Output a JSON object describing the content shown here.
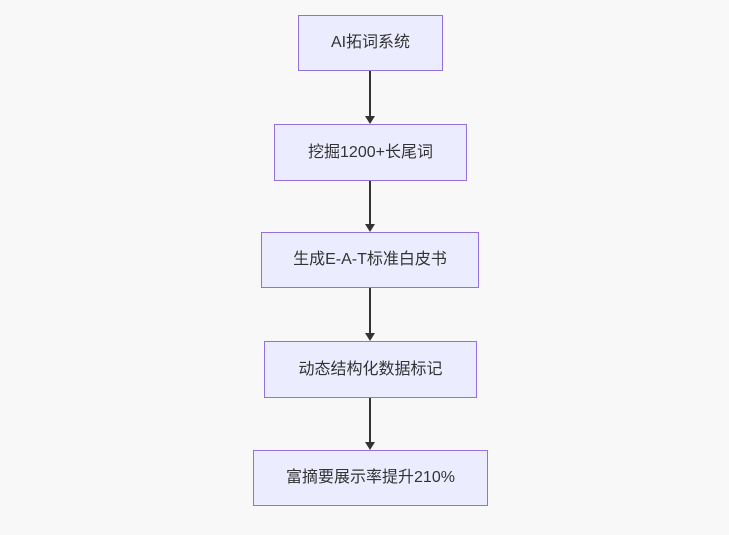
{
  "diagram": {
    "type": "flowchart-top-down",
    "background_color": "#f8f8f8",
    "node_fill_color": "#ECECFF",
    "node_border_color": "#9370DB",
    "text_color": "#333333",
    "arrow_color": "#333333",
    "nodes": [
      {
        "id": "A",
        "label": "AI拓词系统"
      },
      {
        "id": "B",
        "label": "挖掘1200+长尾词"
      },
      {
        "id": "C",
        "label": "生成E-A-T标准白皮书"
      },
      {
        "id": "D",
        "label": "动态结构化数据标记"
      },
      {
        "id": "E",
        "label": "富摘要展示率提升210%"
      }
    ],
    "edges": [
      {
        "from": "A",
        "to": "B"
      },
      {
        "from": "B",
        "to": "C"
      },
      {
        "from": "C",
        "to": "D"
      },
      {
        "from": "D",
        "to": "E"
      }
    ]
  }
}
